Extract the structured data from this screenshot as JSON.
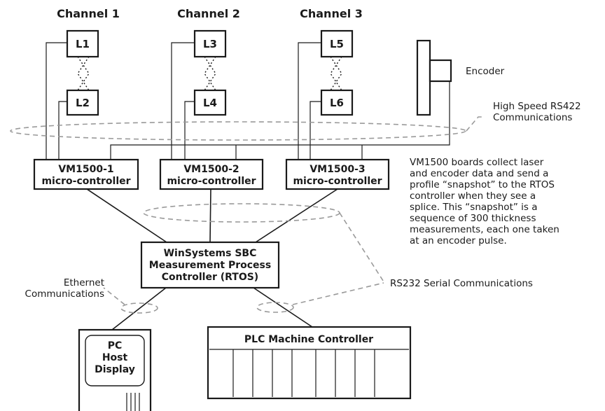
{
  "channels": [
    "Channel 1",
    "Channel 2",
    "Channel 3"
  ],
  "lasers": [
    "L1",
    "L2",
    "L3",
    "L4",
    "L5",
    "L6"
  ],
  "encoder": {
    "label": "Encoder"
  },
  "rs422": {
    "line1": "High Speed RS422",
    "line2": "Communications"
  },
  "vm_boards": [
    {
      "line1": "VM1500-1",
      "line2": "micro-controller"
    },
    {
      "line1": "VM1500-2",
      "line2": "micro-controller"
    },
    {
      "line1": "VM1500-3",
      "line2": "micro-controller"
    }
  ],
  "description": [
    "VM1500 boards collect laser",
    "and encoder data and send a",
    "profile “snapshot” to the RTOS",
    "controller when they see a",
    "splice. This “snapshot” is a",
    "sequence of 300 thickness",
    "measurements, each one taken",
    "at an encoder pulse."
  ],
  "sbc": {
    "line1": "WinSystems SBC",
    "line2": "Measurement Process",
    "line3": "Controller (RTOS)"
  },
  "ethernet": {
    "line1": "Ethernet",
    "line2": "Communications"
  },
  "rs232": {
    "label": "RS232 Serial Communications"
  },
  "pc": {
    "line1": "PC",
    "line2": "Host",
    "line3": "Display"
  },
  "plc": {
    "label": "PLC Machine Controller"
  }
}
